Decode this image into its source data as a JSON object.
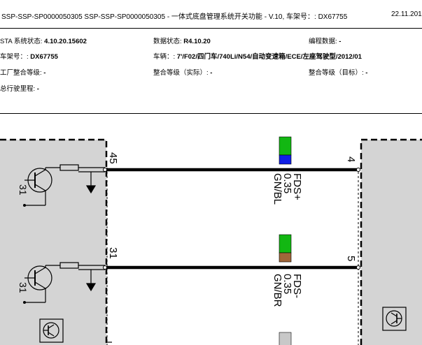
{
  "header": {
    "title": "SSP-SSP-SP0000050305 SSP-SSP-SP0000050305 - 一体式底盘管理系统开关功能 - V.10, 车架号：: DX67755",
    "date": "22.11.201"
  },
  "info": {
    "ista_label": "STA 系统状态: ",
    "ista_value": "4.10.20.15602",
    "data_label": "数据状态: ",
    "data_value": "R4.10.20",
    "prog_label": "编程数据: ",
    "prog_value": "-",
    "vin_label": "车架号：: ",
    "vin_value": "DX67755",
    "vehicle_label": "车辆：: ",
    "vehicle_value": "7'/F02/四门车/740Li/N54/自动变速箱/ECE/左座驾驶型/2012/01",
    "factory_label": "工厂整合等级: ",
    "factory_value": "-",
    "integ_actual_label": "整合等级（实际）: ",
    "integ_actual_value": "-",
    "integ_target_label": "整合等级（目标）: ",
    "integ_target_value": "-",
    "mileage_label": "总行驶里程: ",
    "mileage_value": "-"
  },
  "diagram": {
    "wires": [
      {
        "pin_left": "45",
        "pin_right": "4",
        "signal": "FDS+",
        "size": "0.35",
        "color_code": "GN/BL",
        "color_top": "#12b712",
        "color_bottom": "#1020e6"
      },
      {
        "pin_left": "31",
        "pin_right": "5",
        "signal": "FDS-",
        "size": "0.35",
        "color_code": "GN/BR",
        "color_top": "#12b712",
        "color_bottom": "#a0663a"
      }
    ],
    "transistor_labels": [
      "31",
      "31"
    ],
    "third_wire_color": "#c8c8c8"
  }
}
